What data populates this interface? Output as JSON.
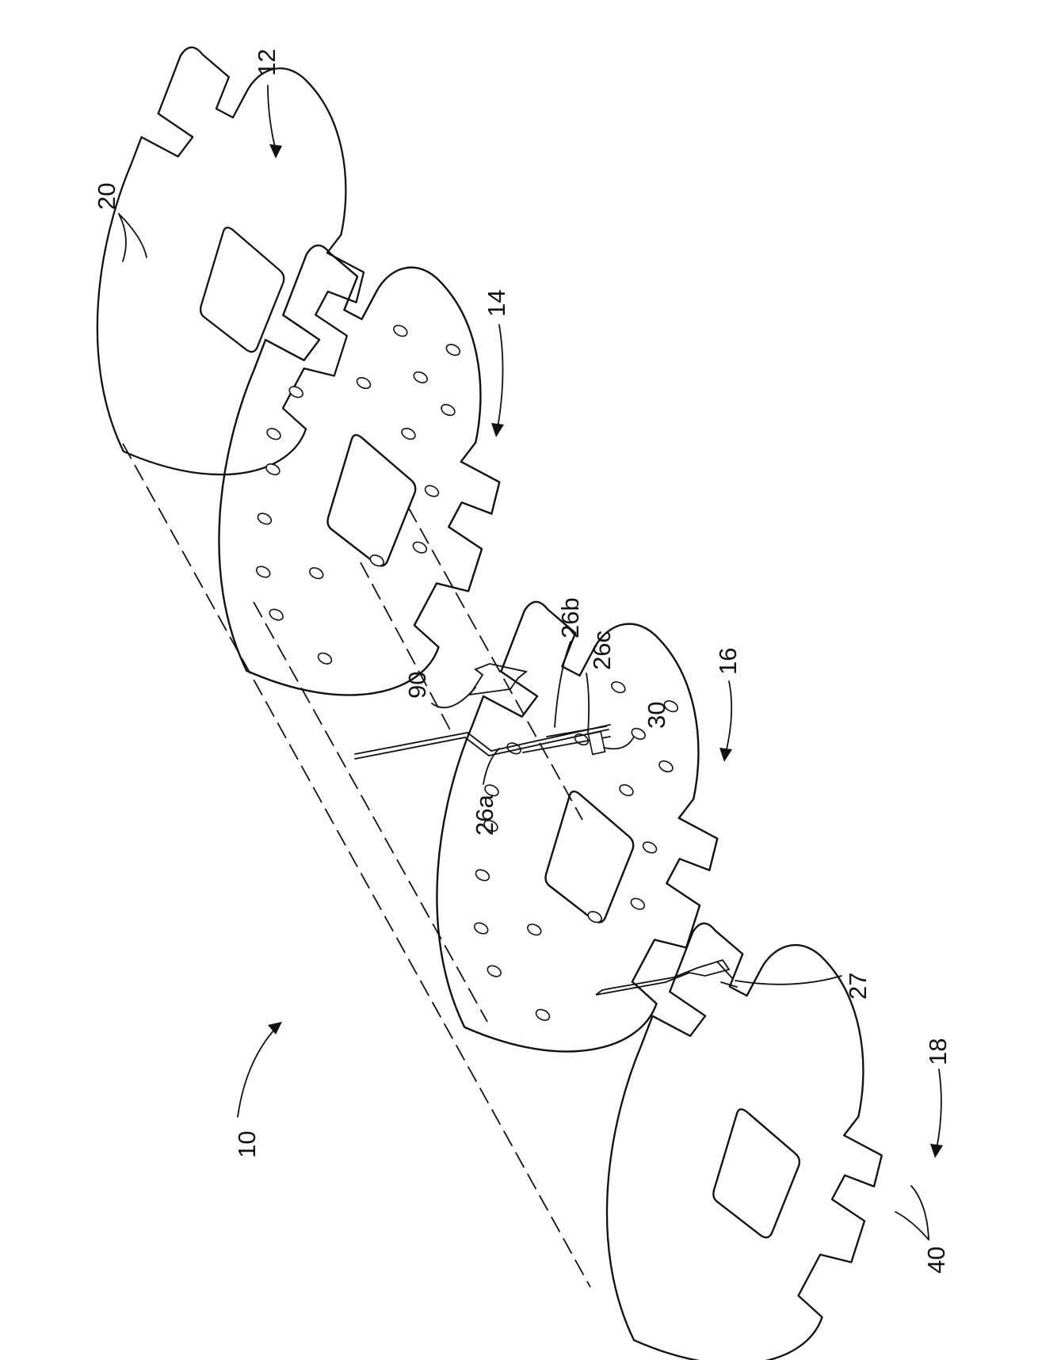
{
  "figure": {
    "labels": {
      "assembly": "10",
      "layer_top": "12",
      "layer_second": "14",
      "layer_third": "16",
      "layer_bottom": "18",
      "pattern_top": "20",
      "pattern_bottom": "40",
      "lead_a": "26a",
      "lead_b": "26b",
      "lead_c": "26c",
      "connector": "30",
      "tab": "90",
      "trace": "27"
    }
  },
  "colors": {
    "ink": "#111111",
    "paper": "#ffffff"
  }
}
